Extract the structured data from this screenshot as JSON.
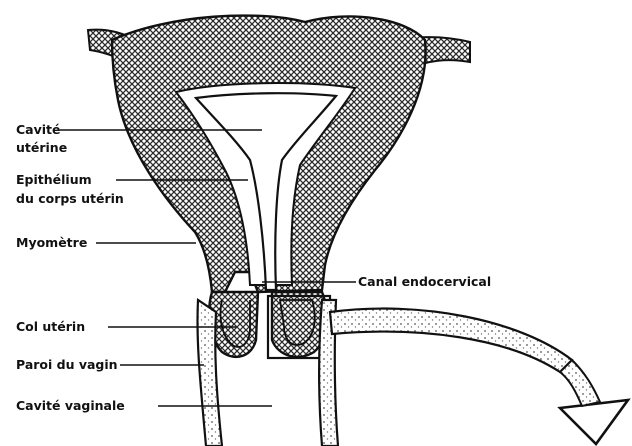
{
  "diagram": {
    "labels": {
      "cavite_line1": "Cavité",
      "cavite_line2": "utérine",
      "epithelium_line1": "Epithélium",
      "epithelium_line2": "du corps utérin",
      "myometre": "Myomètre",
      "canal": "Canal endocervical",
      "col": "Col utérin",
      "paroi": "Paroi du vagin",
      "cavite_vaginale": "Cavité vaginale"
    },
    "colors": {
      "ink": "#111111",
      "paper": "#ffffff",
      "hatch": "#2b2b2b"
    }
  }
}
